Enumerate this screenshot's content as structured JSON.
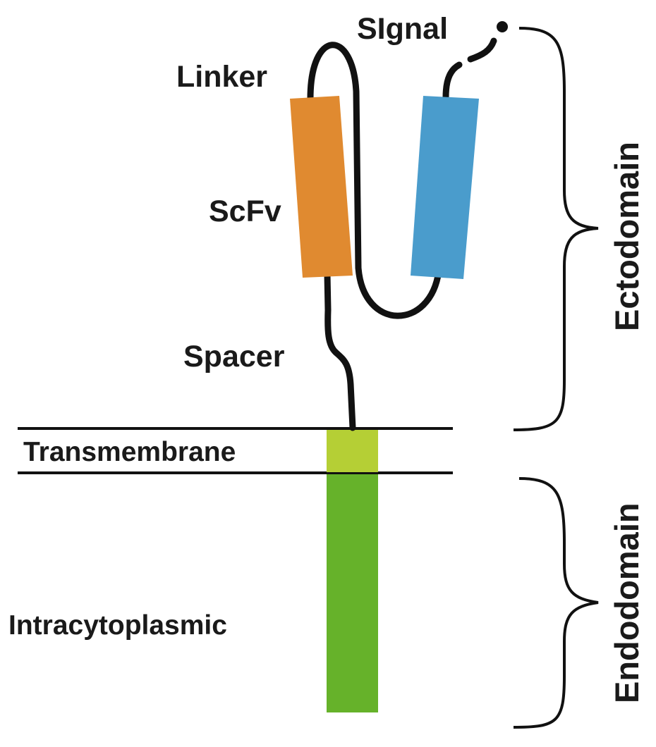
{
  "labels": {
    "signal": "SIgnal",
    "linker": "Linker",
    "scfv": "ScFv",
    "spacer": "Spacer",
    "transmembrane": "Transmembrane",
    "intracytoplasmic": "Intracytoplasmic",
    "ectodomain": "Ectodomain",
    "endodomain": "Endodomain"
  },
  "colors": {
    "scfv_heavy": "#e08a30",
    "scfv_light": "#4a9ccc",
    "transmembrane": "#b5cf35",
    "intracytoplasmic": "#66b22a",
    "line": "#111111"
  }
}
